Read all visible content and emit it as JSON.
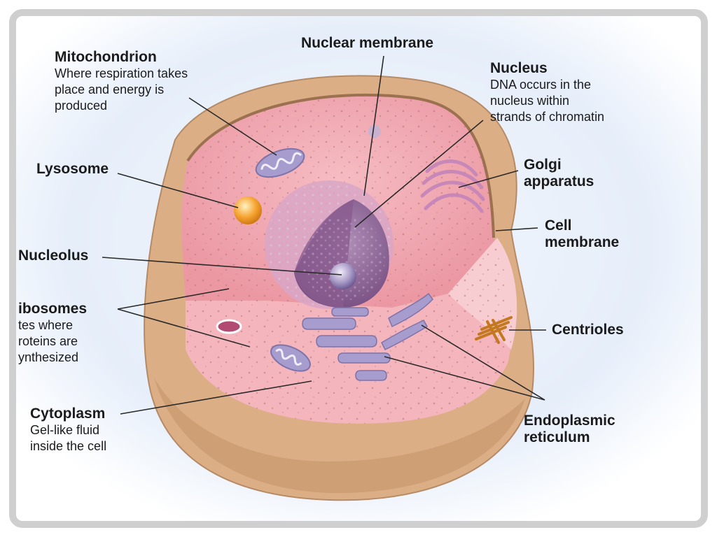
{
  "labels": {
    "mitochondrion": {
      "title": "Mitochondrion",
      "desc": [
        "Where respiration takes",
        "place and energy is",
        "produced"
      ]
    },
    "nuclear_membrane": {
      "title": "Nuclear membrane"
    },
    "nucleus": {
      "title": "Nucleus",
      "desc": [
        "DNA occurs in the",
        "nucleus within",
        "strands of chromatin"
      ]
    },
    "lysosome": {
      "title": "Lysosome"
    },
    "golgi": {
      "title": [
        "Golgi",
        "apparatus"
      ]
    },
    "cell_membrane": {
      "title": [
        "Cell",
        "membrane"
      ]
    },
    "nucleolus": {
      "title": "Nucleolus"
    },
    "ribosomes": {
      "title": "ibosomes",
      "desc": [
        "tes where",
        "roteins are",
        "ynthesized"
      ]
    },
    "centrioles": {
      "title": "Centrioles"
    },
    "cytoplasm": {
      "title": "Cytoplasm",
      "desc": [
        "Gel-like fluid",
        "inside the cell"
      ]
    },
    "endoplasmic_reticulum": {
      "title": [
        "Endoplasmic",
        "reticulum"
      ]
    }
  },
  "colors": {
    "outer_cell": "#dcae86",
    "outer_cell_dark": "#c4926a",
    "cytoplasm": "#f2a9b2",
    "cytoplasm_light": "#f7c6cc",
    "nucleus": "#8e5f8a",
    "nucleus_dark": "#6b3f69",
    "nucleolus": "#a79ac2",
    "organelle": "#a69ccd",
    "lysosome": "#f4a030",
    "centriole": "#d98a2e",
    "frame": "#cfcfcf"
  }
}
